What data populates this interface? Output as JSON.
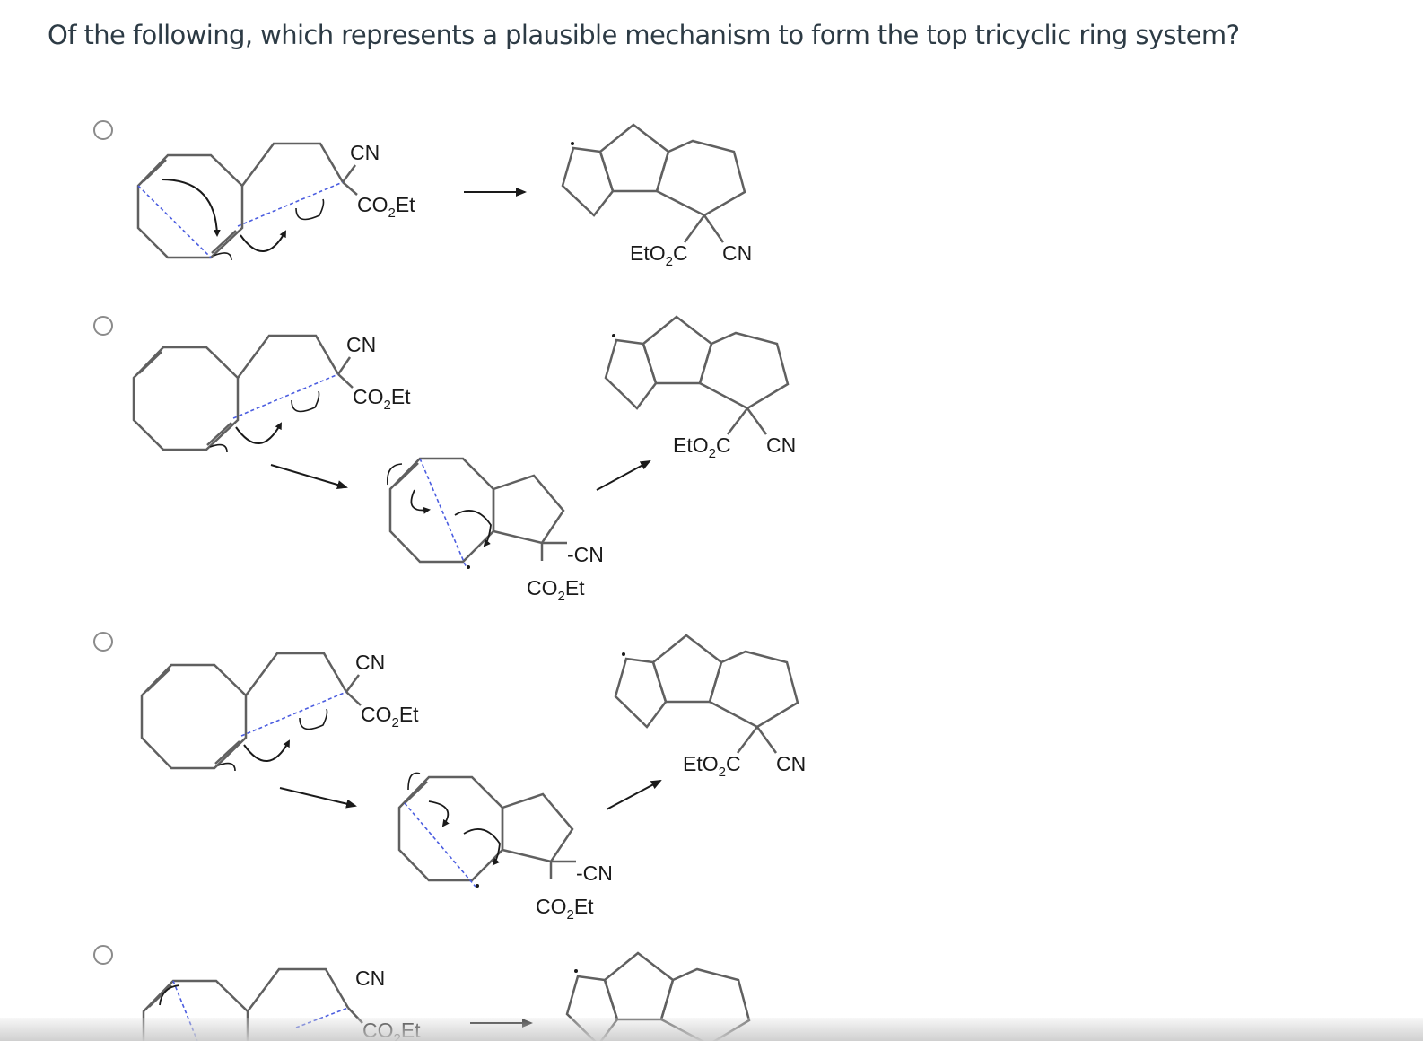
{
  "question": {
    "text": "Of the following, which represents a plausible mechanism to form the top tricyclic ring system?"
  },
  "options": [
    {
      "id": "A",
      "radio_icon": "radio-unselected-icon"
    },
    {
      "id": "B",
      "radio_icon": "radio-unselected-icon"
    },
    {
      "id": "C",
      "radio_icon": "radio-unselected-icon"
    },
    {
      "id": "D",
      "radio_icon": "radio-unselected-icon"
    }
  ],
  "labels": {
    "cn": "CN",
    "co": "CO",
    "et": "Et",
    "eto": "EtO",
    "c": "C",
    "sub2": "2",
    "dash_cn": "-CN"
  },
  "colors": {
    "bond": "#606060",
    "dashed_bond": "#4b5de0",
    "arrow": "#1a1a1a",
    "radio_border": "#8b8b8b",
    "text": "#2d3b45"
  }
}
